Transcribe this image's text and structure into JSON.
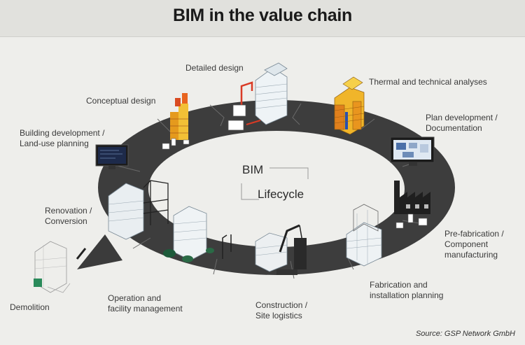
{
  "title": "BIM in the value chain",
  "center": {
    "line1": "BIM",
    "line2": "Lifecycle"
  },
  "stages": [
    {
      "id": "detailed-design",
      "label": "Detailed design"
    },
    {
      "id": "conceptual-design",
      "label": "Conceptual design"
    },
    {
      "id": "thermal-analyses",
      "label": "Thermal and technical analyses"
    },
    {
      "id": "building-development",
      "label": "Building development /\nLand-use planning"
    },
    {
      "id": "plan-development",
      "label": "Plan development /\nDocumentation"
    },
    {
      "id": "renovation",
      "label": "Renovation /\nConversion"
    },
    {
      "id": "prefabrication",
      "label": "Pre-fabrication /\nComponent\nmanufacturing"
    },
    {
      "id": "fabrication-planning",
      "label": "Fabrication and\ninstallation planning"
    },
    {
      "id": "operation",
      "label": "Operation and\nfacility management"
    },
    {
      "id": "construction",
      "label": "Construction /\nSite logistics"
    },
    {
      "id": "demolition",
      "label": "Demolition"
    }
  ],
  "source": "Source: GSP Network GmbH",
  "colors": {
    "ring": "#3a3a3a",
    "accent_orange": "#e8a21c",
    "accent_red": "#d93a25",
    "screen": "#2a3a8c"
  }
}
